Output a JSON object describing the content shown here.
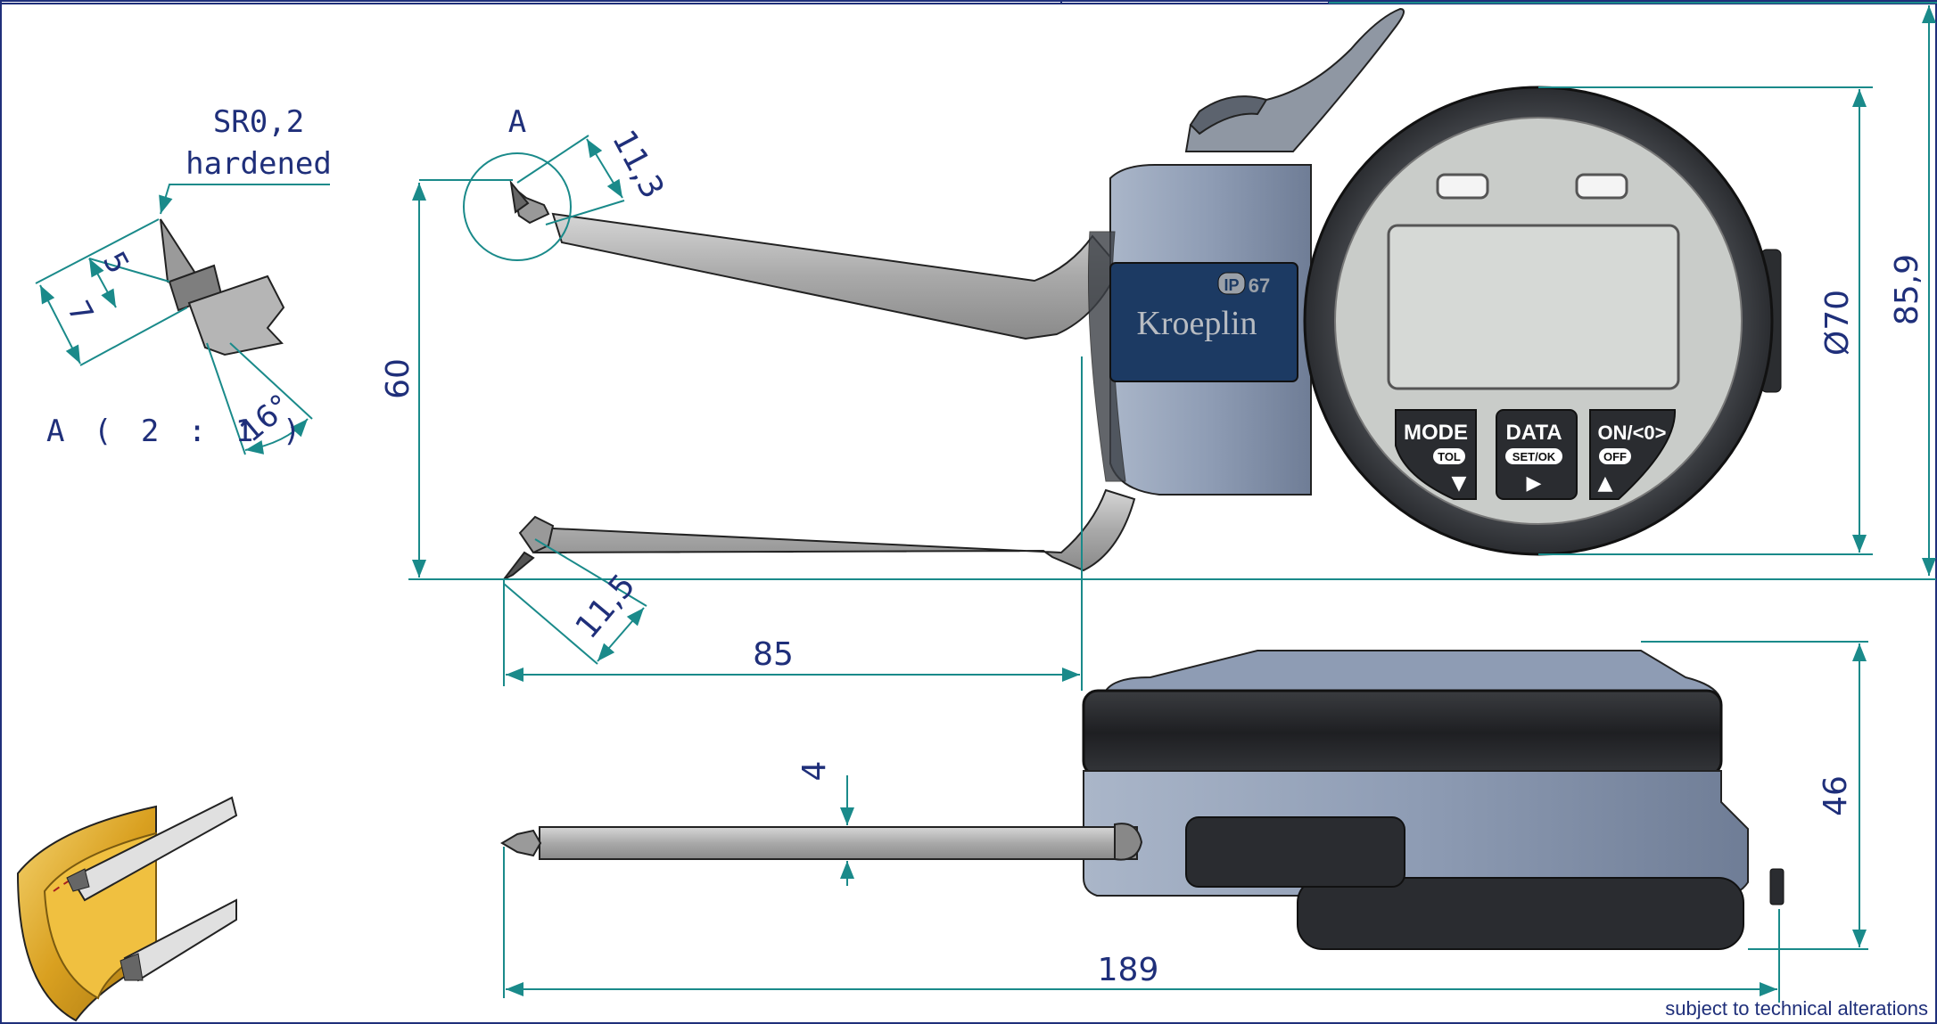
{
  "labels": {
    "tip_radius": "SR0,2",
    "tip_hardened": "hardened",
    "detail_marker": "A",
    "detail_scale": "A ( 2 : 1 )",
    "brand": "Kroeplin",
    "ip_badge_prefix": "IP",
    "ip_badge_number": "67"
  },
  "buttons": [
    {
      "main": "MODE",
      "sub": "TOL",
      "arrow": "▼"
    },
    {
      "main": "DATA",
      "sub": "SET/OK",
      "arrow": "▶"
    },
    {
      "main": "ON/<0>",
      "sub": "OFF",
      "arrow": "▲"
    }
  ],
  "dimensions": {
    "tip_len_5": "5",
    "tip_len_7": "7",
    "tip_angle": "16°",
    "arm_reach_top": "11,3",
    "arm_reach_bottom": "11,5",
    "jaw_height": "60",
    "arm_length": "85",
    "dial_diameter": "Ø70",
    "overall_height": "85,9",
    "side_height": "46",
    "arm_thickness": "4",
    "overall_length": "189"
  },
  "footer": "subject to technical alterations",
  "colors": {
    "dimension_line": "#1a8a8a",
    "text": "#1f2f7a",
    "body_blue_gray": "#8e9cb4",
    "display_gray": "#c9ccc9",
    "brand_plate": "#1c3a63",
    "gold": "#d9a020"
  }
}
